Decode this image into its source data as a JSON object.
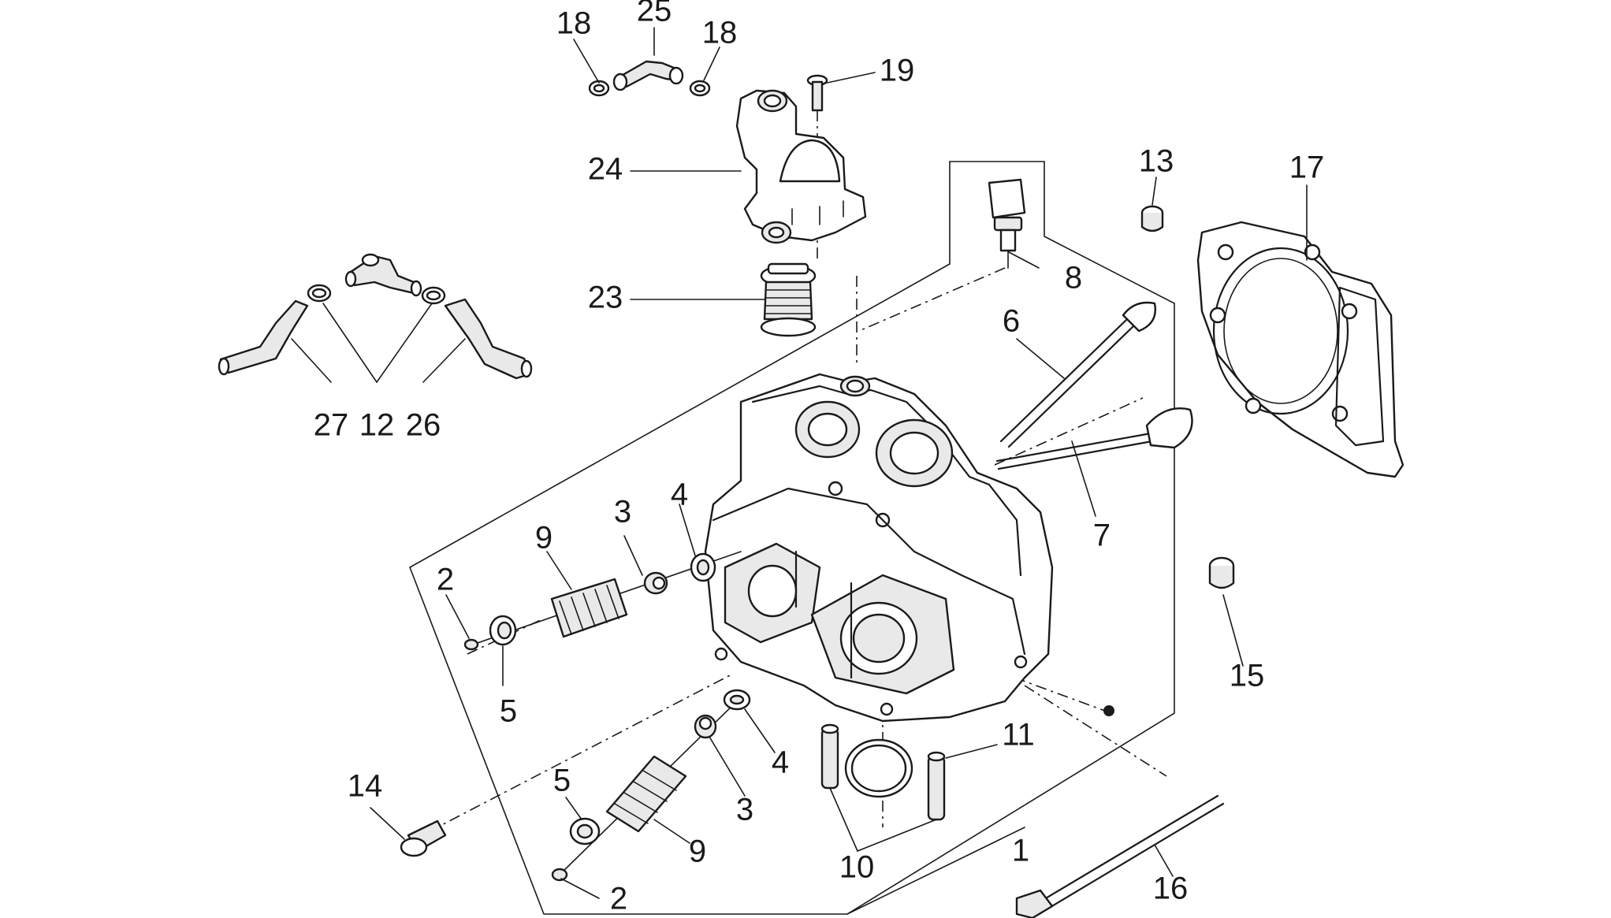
{
  "diagram": {
    "callouts": [
      {
        "id": "c18a",
        "text": "18"
      },
      {
        "id": "c25",
        "text": "25"
      },
      {
        "id": "c18b",
        "text": "18"
      },
      {
        "id": "c19",
        "text": "19"
      },
      {
        "id": "c24",
        "text": "24"
      },
      {
        "id": "c13",
        "text": "13"
      },
      {
        "id": "c17",
        "text": "17"
      },
      {
        "id": "c8",
        "text": "8"
      },
      {
        "id": "c23",
        "text": "23"
      },
      {
        "id": "c6",
        "text": "6"
      },
      {
        "id": "c27",
        "text": "27"
      },
      {
        "id": "c12",
        "text": "12"
      },
      {
        "id": "c26",
        "text": "26"
      },
      {
        "id": "c3a",
        "text": "3"
      },
      {
        "id": "c4a",
        "text": "4"
      },
      {
        "id": "c9a",
        "text": "9"
      },
      {
        "id": "c7",
        "text": "7"
      },
      {
        "id": "c2a",
        "text": "2"
      },
      {
        "id": "c5a",
        "text": "5"
      },
      {
        "id": "c15",
        "text": "15"
      },
      {
        "id": "c11",
        "text": "11"
      },
      {
        "id": "c4b",
        "text": "4"
      },
      {
        "id": "c14",
        "text": "14"
      },
      {
        "id": "c5b",
        "text": "5"
      },
      {
        "id": "c3b",
        "text": "3"
      },
      {
        "id": "c9b",
        "text": "9"
      },
      {
        "id": "c1",
        "text": "1"
      },
      {
        "id": "c10",
        "text": "10"
      },
      {
        "id": "c16",
        "text": "16"
      },
      {
        "id": "c2b",
        "text": "2"
      }
    ]
  }
}
